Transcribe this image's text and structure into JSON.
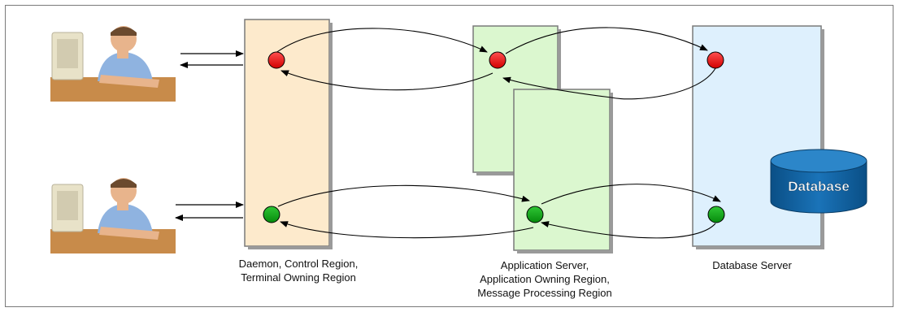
{
  "users": [
    {
      "name": "user-top"
    },
    {
      "name": "user-bottom"
    }
  ],
  "boxes": {
    "daemon": {
      "fill": "#fdeacc"
    },
    "app_server": {
      "fill": "#dbf7cf"
    },
    "db_server": {
      "fill": "#def0fd"
    }
  },
  "database_label": "Database",
  "captions": {
    "daemon": [
      "Daemon, Control Region,",
      "Terminal Owning Region"
    ],
    "app": [
      "Application Server,",
      "Application Owning Region,",
      "Message Processing Region"
    ],
    "db": [
      "Database Server"
    ]
  },
  "colors": {
    "red_node": "#e60000",
    "green_node": "#0a9a10",
    "database": "#0e5d9c"
  }
}
